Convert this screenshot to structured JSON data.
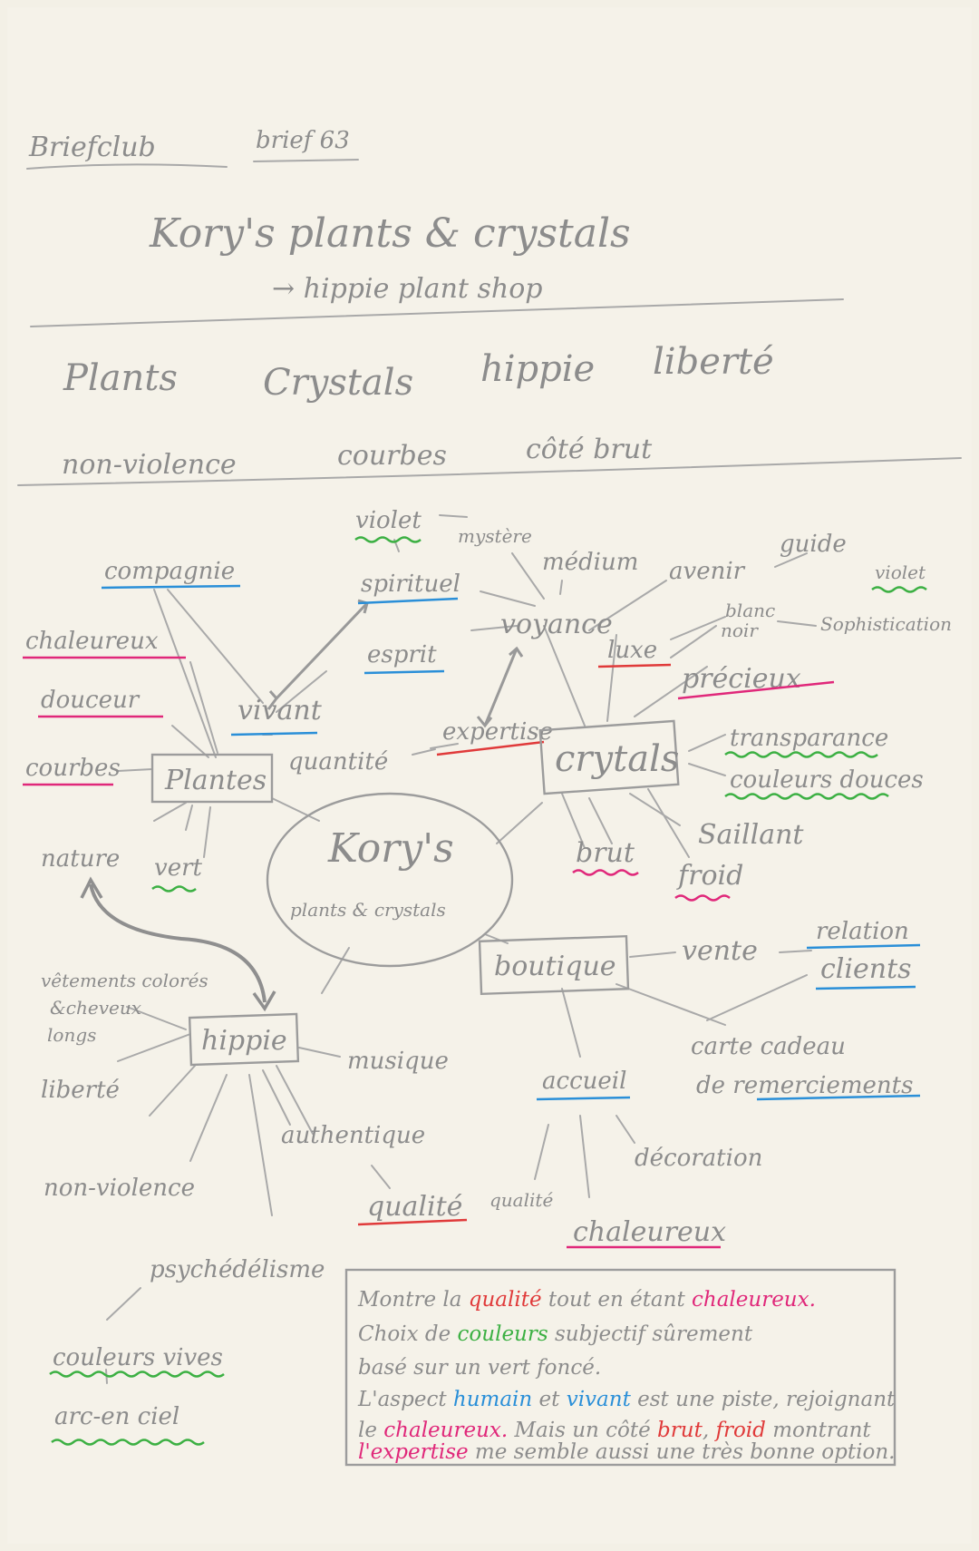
{
  "header": {
    "club": "Briefclub",
    "brief": "brief 63",
    "title": "Kory's plants & crystals",
    "subtitle": "→ hippie plant shop"
  },
  "keywords": [
    "Plants",
    "Crystals",
    "hippie",
    "liberté",
    "non-violence",
    "courbes",
    "côté brut"
  ],
  "colors": {
    "pencil": "#8c8c8c",
    "blue": "#2a8fd8",
    "pink": "#e0287a",
    "red": "#e03a3a",
    "green": "#3cb043"
  },
  "mindmap": {
    "center": {
      "line1": "Kory's",
      "line2": "plants & crystals"
    },
    "plantes": {
      "label": "Plantes",
      "terms": {
        "compagnie": "compagnie",
        "chaleureux": "chaleureux",
        "douceur": "douceur",
        "vivant": "vivant",
        "courbes": "courbes",
        "nature": "nature",
        "vert": "vert",
        "quantite": "quantité"
      }
    },
    "voyance": {
      "violet": "violet",
      "mystere": "mystère",
      "spirituel": "spirituel",
      "medium": "médium",
      "esprit": "esprit",
      "voyance": "voyance",
      "avenir": "avenir",
      "guide": "guide",
      "expertise": "expertise"
    },
    "crystals": {
      "label": "crytals",
      "terms": {
        "luxe": "luxe",
        "blanc": "blanc",
        "noir": "noir",
        "violet": "violet",
        "sophistication": "Sophistication",
        "precieux": "précieux",
        "transparence": "transparance",
        "couleurs_douces": "couleurs douces",
        "saillant": "Saillant",
        "brut": "brut",
        "froid": "froid"
      }
    },
    "boutique": {
      "label": "boutique",
      "terms": {
        "vente": "vente",
        "relation": "relation",
        "clients": "clients",
        "carte1": "carte cadeau",
        "carte2": "de remerciements",
        "accueil": "accueil",
        "decoration": "décoration",
        "qualite": "qualité",
        "chaleureux": "chaleureux"
      }
    },
    "hippie": {
      "label": "hippie",
      "terms": {
        "vetements1": "vêtements colorés",
        "vetements2": "&cheveux",
        "vetements3": "longs",
        "musique": "musique",
        "liberte": "liberté",
        "authentique": "authentique",
        "qualite": "qualité",
        "nonviolence": "non-violence",
        "psychedelisme": "psychédélisme",
        "couleurs_vives": "couleurs vives",
        "arc_en_ciel": "arc-en ciel"
      }
    }
  },
  "note": {
    "l1_a": "Montre la ",
    "l1_b": "qualité",
    "l1_c": " tout en étant ",
    "l1_d": "chaleureux.",
    "l2_a": "Choix de ",
    "l2_b": "couleurs",
    "l2_c": " subjectif sûrement",
    "l3": "basé sur un vert foncé.",
    "l4_a": "L'aspect ",
    "l4_b": "humain",
    "l4_c": " et ",
    "l4_d": "vivant",
    "l4_e": " est une piste, rejoignant",
    "l5_a": "le ",
    "l5_b": "chaleureux.",
    "l5_c": " Mais un côté ",
    "l5_d": "brut",
    "l5_e": ", ",
    "l5_f": "froid",
    "l5_g": " montrant",
    "l6_a": "l'expertise",
    "l6_b": " me semble aussi une très bonne option."
  }
}
